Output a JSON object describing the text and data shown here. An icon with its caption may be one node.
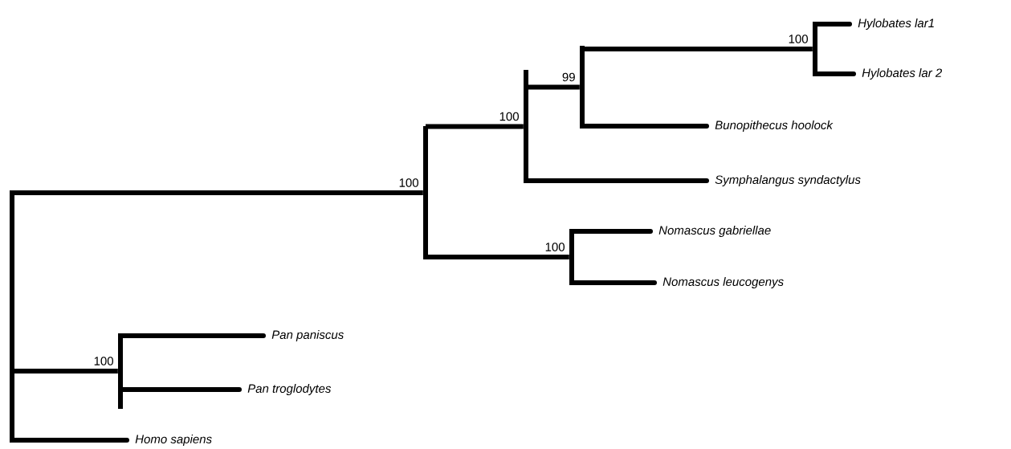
{
  "diagram": {
    "nodes": [
      {
        "text": [],
        "shape": "bar"
      },
      {
        "text": [],
        "shape": "bar",
        "beside": [
          "100"
        ]
      },
      {
        "text": [],
        "shape": "bar",
        "beside": [
          "100"
        ]
      },
      {
        "text": [],
        "shape": "bar",
        "beside": [
          "99"
        ]
      },
      {
        "text": [],
        "shape": "bar",
        "beside": [
          "100"
        ]
      },
      {
        "text": [
          "Hylobates lar1"
        ]
      },
      {
        "text": [
          "Hylobates lar 2"
        ]
      },
      {
        "text": [
          "Bunopithecus hoolock"
        ]
      },
      {
        "text": [
          "Symphalangus syndactylus"
        ]
      },
      {
        "text": [],
        "shape": "bar",
        "beside": [
          "100"
        ]
      },
      {
        "text": [
          "Nomascus gabriellae"
        ]
      },
      {
        "text": [
          "Nomascus leucogenys"
        ]
      },
      {
        "text": [],
        "shape": "bar",
        "beside": [
          "100"
        ]
      },
      {
        "text": [
          "Pan paniscus"
        ]
      },
      {
        "text": [
          "Pan troglodytes"
        ]
      },
      {
        "text": [
          "Homo sapiens"
        ]
      }
    ],
    "edges": [
      {
        "from": 0,
        "to": 1,
        "arrow": "none"
      },
      {
        "from": 1,
        "to": 2,
        "arrow": "none"
      },
      {
        "from": 2,
        "to": 3,
        "arrow": "none"
      },
      {
        "from": 3,
        "to": 4,
        "arrow": "none"
      },
      {
        "from": 4,
        "to": 5,
        "arrow": "none"
      },
      {
        "from": 4,
        "to": 6,
        "arrow": "none"
      },
      {
        "from": 3,
        "to": 7,
        "arrow": "none"
      },
      {
        "from": 2,
        "to": 8,
        "arrow": "none"
      },
      {
        "from": 1,
        "to": 9,
        "arrow": "none"
      },
      {
        "from": 9,
        "to": 10,
        "arrow": "none"
      },
      {
        "from": 9,
        "to": 11,
        "arrow": "none"
      },
      {
        "from": 0,
        "to": 12,
        "arrow": "none"
      },
      {
        "from": 12,
        "to": 13,
        "arrow": "none"
      },
      {
        "from": 12,
        "to": 14,
        "arrow": "none"
      },
      {
        "from": 0,
        "to": 15,
        "arrow": "none"
      }
    ]
  }
}
